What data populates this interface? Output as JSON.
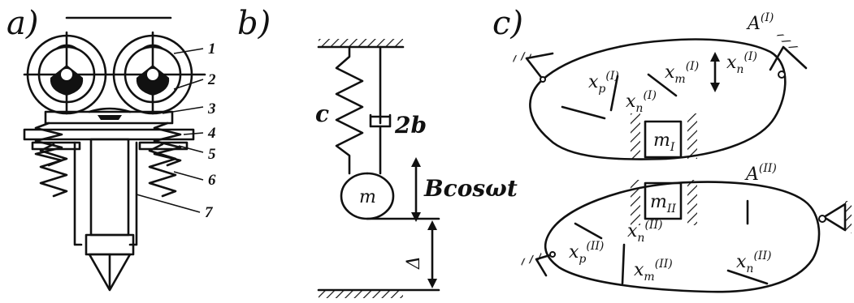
{
  "panels": {
    "a": {
      "label": "a)",
      "numbers": [
        "1",
        "2",
        "3",
        "4",
        "5",
        "6",
        "7"
      ]
    },
    "b": {
      "label": "b)",
      "spring": "c",
      "damper": "2b",
      "mass": "m",
      "excitation": "Bcosωt",
      "gap": "Δ"
    },
    "c": {
      "label": "c)",
      "upper": {
        "body": "A",
        "body_sup": "(I)",
        "mass": "m",
        "mass_sub": "I",
        "xp": "x",
        "xp_sub": "p",
        "xp_sup": "(I)",
        "xm": "x",
        "xm_sub": "m",
        "xm_sup": "(I)",
        "xn": "x",
        "xn_sub": "n",
        "xn_sup": "(I)",
        "xn2": "x",
        "xn2_sub": "n",
        "xn2_sup": "(I)"
      },
      "lower": {
        "body": "A",
        "body_sup": "(II)",
        "mass": "m",
        "mass_sub": "II",
        "xp": "x",
        "xp_sub": "p",
        "xp_sup": "(II)",
        "xm": "x",
        "xm_sub": "m",
        "xm_sup": "(II)",
        "xn": "x",
        "xn_sub": "n",
        "xn_sup": "(II)",
        "xn2": "x",
        "xn2_sub": "n",
        "xn2_sup": "(II)"
      }
    }
  }
}
